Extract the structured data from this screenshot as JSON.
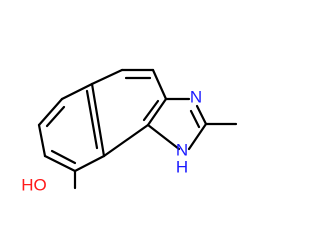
{
  "molecule": {
    "atoms": {
      "nitrogen_imine": {
        "label": "N",
        "color": "#1a1aff"
      },
      "nitrogen_amine": {
        "label": "H",
        "sub_label": "N",
        "color": "#1a1aff"
      },
      "hydroxyl": {
        "label": "HO",
        "color": "#ff1a1a"
      }
    }
  }
}
